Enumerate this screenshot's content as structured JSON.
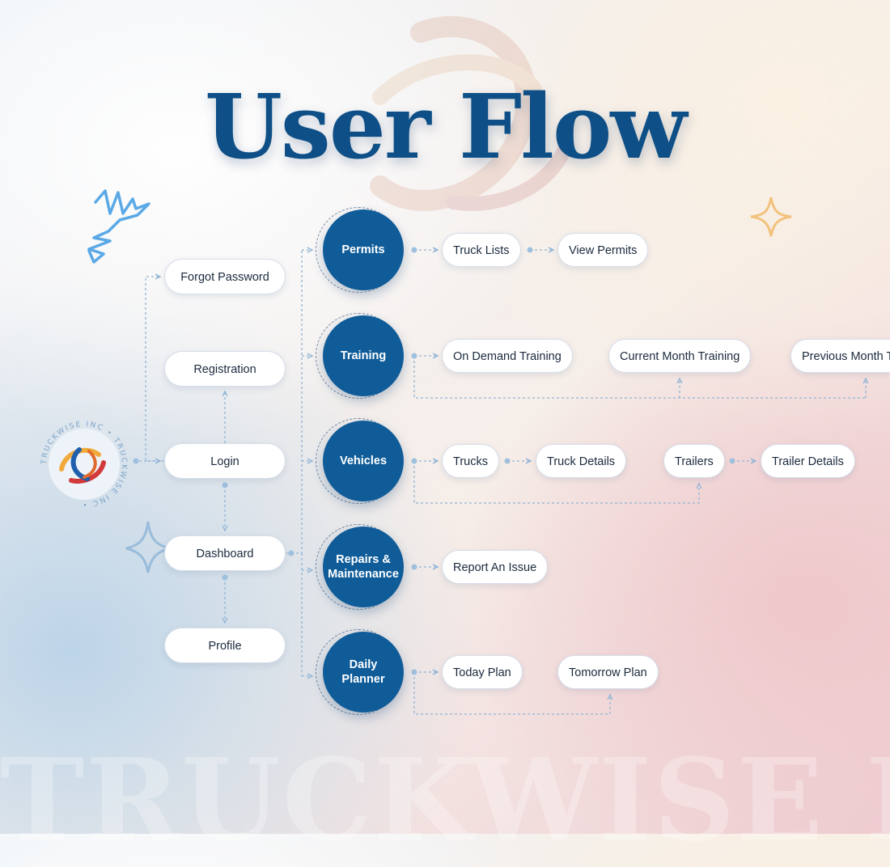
{
  "title": "User Flow",
  "watermark": "TRUCKWISE INC",
  "logo": {
    "ring_text": "TRUCKWISE INC • TRUCKWISE INC •"
  },
  "auth_nodes": {
    "forgot_password": "Forgot Password",
    "registration": "Registration",
    "login": "Login",
    "dashboard": "Dashboard",
    "profile": "Profile"
  },
  "modules": {
    "permits": "Permits",
    "training": "Training",
    "vehicles": "Vehicles",
    "repairs": "Repairs & Maintenance",
    "planner": "Daily Planner"
  },
  "screens": {
    "truck_lists": "Truck Lists",
    "view_permits": "View Permits",
    "on_demand_training": "On Demand Training",
    "current_month_training": "Current Month Training",
    "previous_month_training": "Previous Month Training",
    "trucks": "Trucks",
    "truck_details": "Truck Details",
    "trailers": "Trailers",
    "trailer_details": "Trailer Details",
    "report_an_issue": "Report An Issue",
    "today_plan": "Today Plan",
    "tomorrow_plan": "Tomorrow Plan"
  },
  "colors": {
    "primary": "#0f5c99",
    "title": "#0d4f86",
    "connector": "#8fb4d6",
    "squiggle": "#5aa9e6",
    "sparkle": "#f2c27d"
  }
}
